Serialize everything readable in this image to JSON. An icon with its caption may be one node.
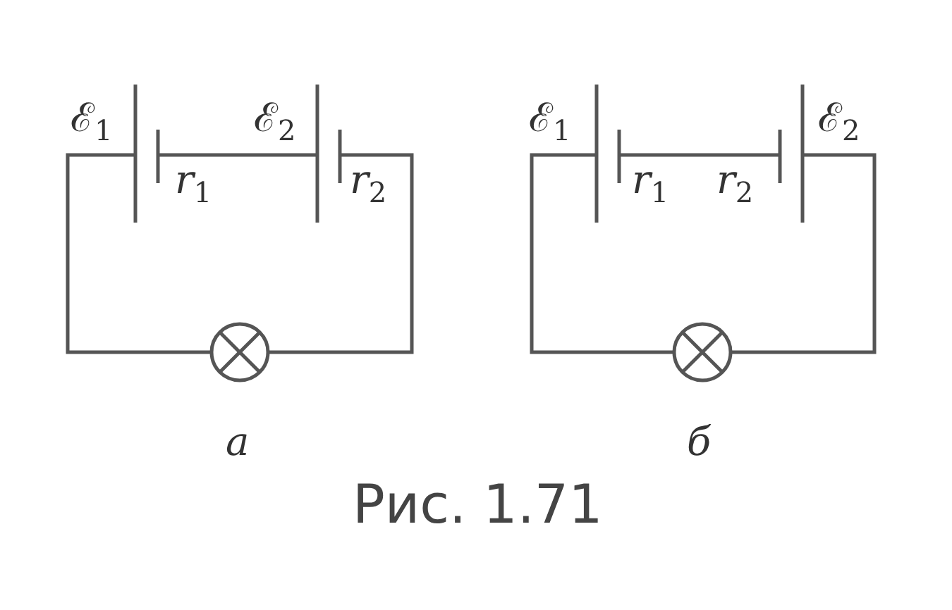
{
  "diagram": {
    "caption": "Рис. 1.71",
    "nodes": [
      {
        "text": [],
        "shape": "battery",
        "beside": [
          "ℰ$_{1}$",
          "*r*$_{1}$"
        ]
      },
      {
        "text": [],
        "shape": "battery",
        "beside": [
          "ℰ$_{2}$",
          "*r*$_{2}$"
        ]
      },
      {
        "text": [],
        "shape": "lamp"
      },
      {
        "text": [],
        "shape": "battery",
        "beside": [
          "ℰ$_{1}$",
          "*r*$_{1}$"
        ]
      },
      {
        "text": [],
        "shape": "battery",
        "beside": [
          "ℰ$_{2}$",
          "*r*$_{2}$"
        ]
      },
      {
        "text": [],
        "shape": "lamp"
      }
    ],
    "edges": [
      {
        "from": 0,
        "to": 2,
        "arrow": "none"
      },
      {
        "from": 0,
        "to": 1,
        "arrow": "none"
      },
      {
        "from": 1,
        "to": 2,
        "arrow": "none"
      },
      {
        "from": 3,
        "to": 5,
        "arrow": "none"
      },
      {
        "from": 3,
        "to": 4,
        "arrow": "none"
      },
      {
        "from": 4,
        "to": 5,
        "arrow": "none"
      }
    ],
    "labels": [
      "а",
      "б"
    ]
  }
}
